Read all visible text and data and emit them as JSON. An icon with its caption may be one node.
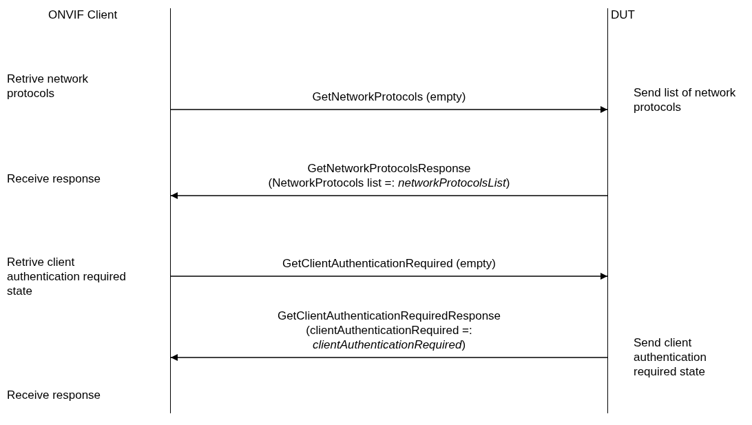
{
  "diagram": {
    "nodes": [
      {
        "text": [
          "ONVIF Client"
        ]
      },
      {
        "text": [
          "DUT"
        ]
      }
    ],
    "edges": [
      {
        "from": 0,
        "to": 1,
        "arrow": "to",
        "label": "GetNetworkProtocols (empty)"
      },
      {
        "from": 1,
        "to": 0,
        "arrow": "to",
        "label": "GetNetworkProtocolsResponse (NetworkProtocols list =: *networkProtocolsList*)"
      },
      {
        "from": 0,
        "to": 1,
        "arrow": "to",
        "label": "GetClientAuthenticationRequired (empty)"
      },
      {
        "from": 1,
        "to": 0,
        "arrow": "to",
        "label": "GetClientAuthenticationRequiredResponse (clientAuthenticationRequired =: *clientAuthenticationRequired*)"
      }
    ],
    "labels": [
      "Retrive network protocols",
      "Send list of network protocols",
      "Receive response",
      "Retrive client authentication required state",
      "Send client authentication required state",
      "Receive response"
    ]
  }
}
